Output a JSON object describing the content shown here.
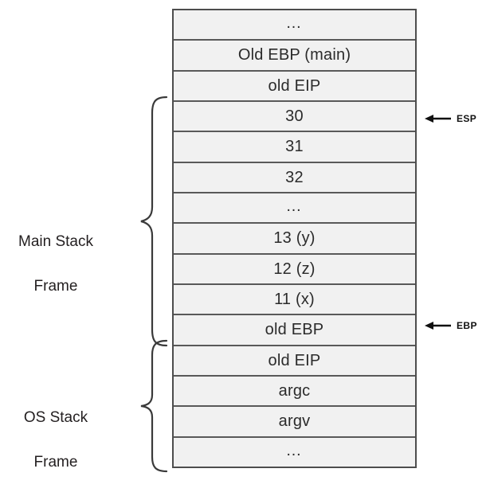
{
  "diagram": {
    "title": "Stack layout diagram",
    "colors": {
      "cell_background": "#f1f1f1",
      "cell_border": "#595959",
      "outline": "#4d4d4d",
      "text": "#231f20",
      "pointer": "#101010"
    }
  },
  "stack": {
    "rows": [
      {
        "id": "row-ellipsis-top",
        "label": "…",
        "is_ellipsis": true
      },
      {
        "id": "row-old-ebp-main",
        "label": "Old EBP (main)",
        "is_ellipsis": false
      },
      {
        "id": "row-old-eip-top",
        "label": "old EIP",
        "is_ellipsis": false
      },
      {
        "id": "row-30",
        "label": "30",
        "is_ellipsis": false
      },
      {
        "id": "row-31",
        "label": "31",
        "is_ellipsis": false
      },
      {
        "id": "row-32",
        "label": "32",
        "is_ellipsis": false
      },
      {
        "id": "row-ellipsis-mid",
        "label": "…",
        "is_ellipsis": true
      },
      {
        "id": "row-13-y",
        "label": "13 (y)",
        "is_ellipsis": false
      },
      {
        "id": "row-12-z",
        "label": "12 (z)",
        "is_ellipsis": false
      },
      {
        "id": "row-11-x",
        "label": "11 (x)",
        "is_ellipsis": false
      },
      {
        "id": "row-old-ebp",
        "label": "old EBP",
        "is_ellipsis": false
      },
      {
        "id": "row-old-eip-bottom",
        "label": "old EIP",
        "is_ellipsis": false
      },
      {
        "id": "row-argc",
        "label": "argc",
        "is_ellipsis": false
      },
      {
        "id": "row-argv",
        "label": "argv",
        "is_ellipsis": false
      },
      {
        "id": "row-ellipsis-bottom",
        "label": "…",
        "is_ellipsis": true
      }
    ]
  },
  "pointers": [
    {
      "id": "pointer-esp",
      "label": "ESP",
      "points_to_row": "row-30"
    },
    {
      "id": "pointer-ebp",
      "label": "EBP",
      "points_to_row": "row-old-ebp"
    }
  ],
  "frames": [
    {
      "id": "group-main",
      "label": "Main Stack\nFrame",
      "line1": "Main Stack",
      "line2": "Frame",
      "spans_rows": [
        "row-30",
        "row-old-ebp"
      ]
    },
    {
      "id": "group-os",
      "label": "OS Stack\nFrame",
      "line1": "OS Stack",
      "line2": "Frame",
      "spans_rows": [
        "row-old-eip-bottom",
        "row-ellipsis-bottom"
      ]
    }
  ]
}
